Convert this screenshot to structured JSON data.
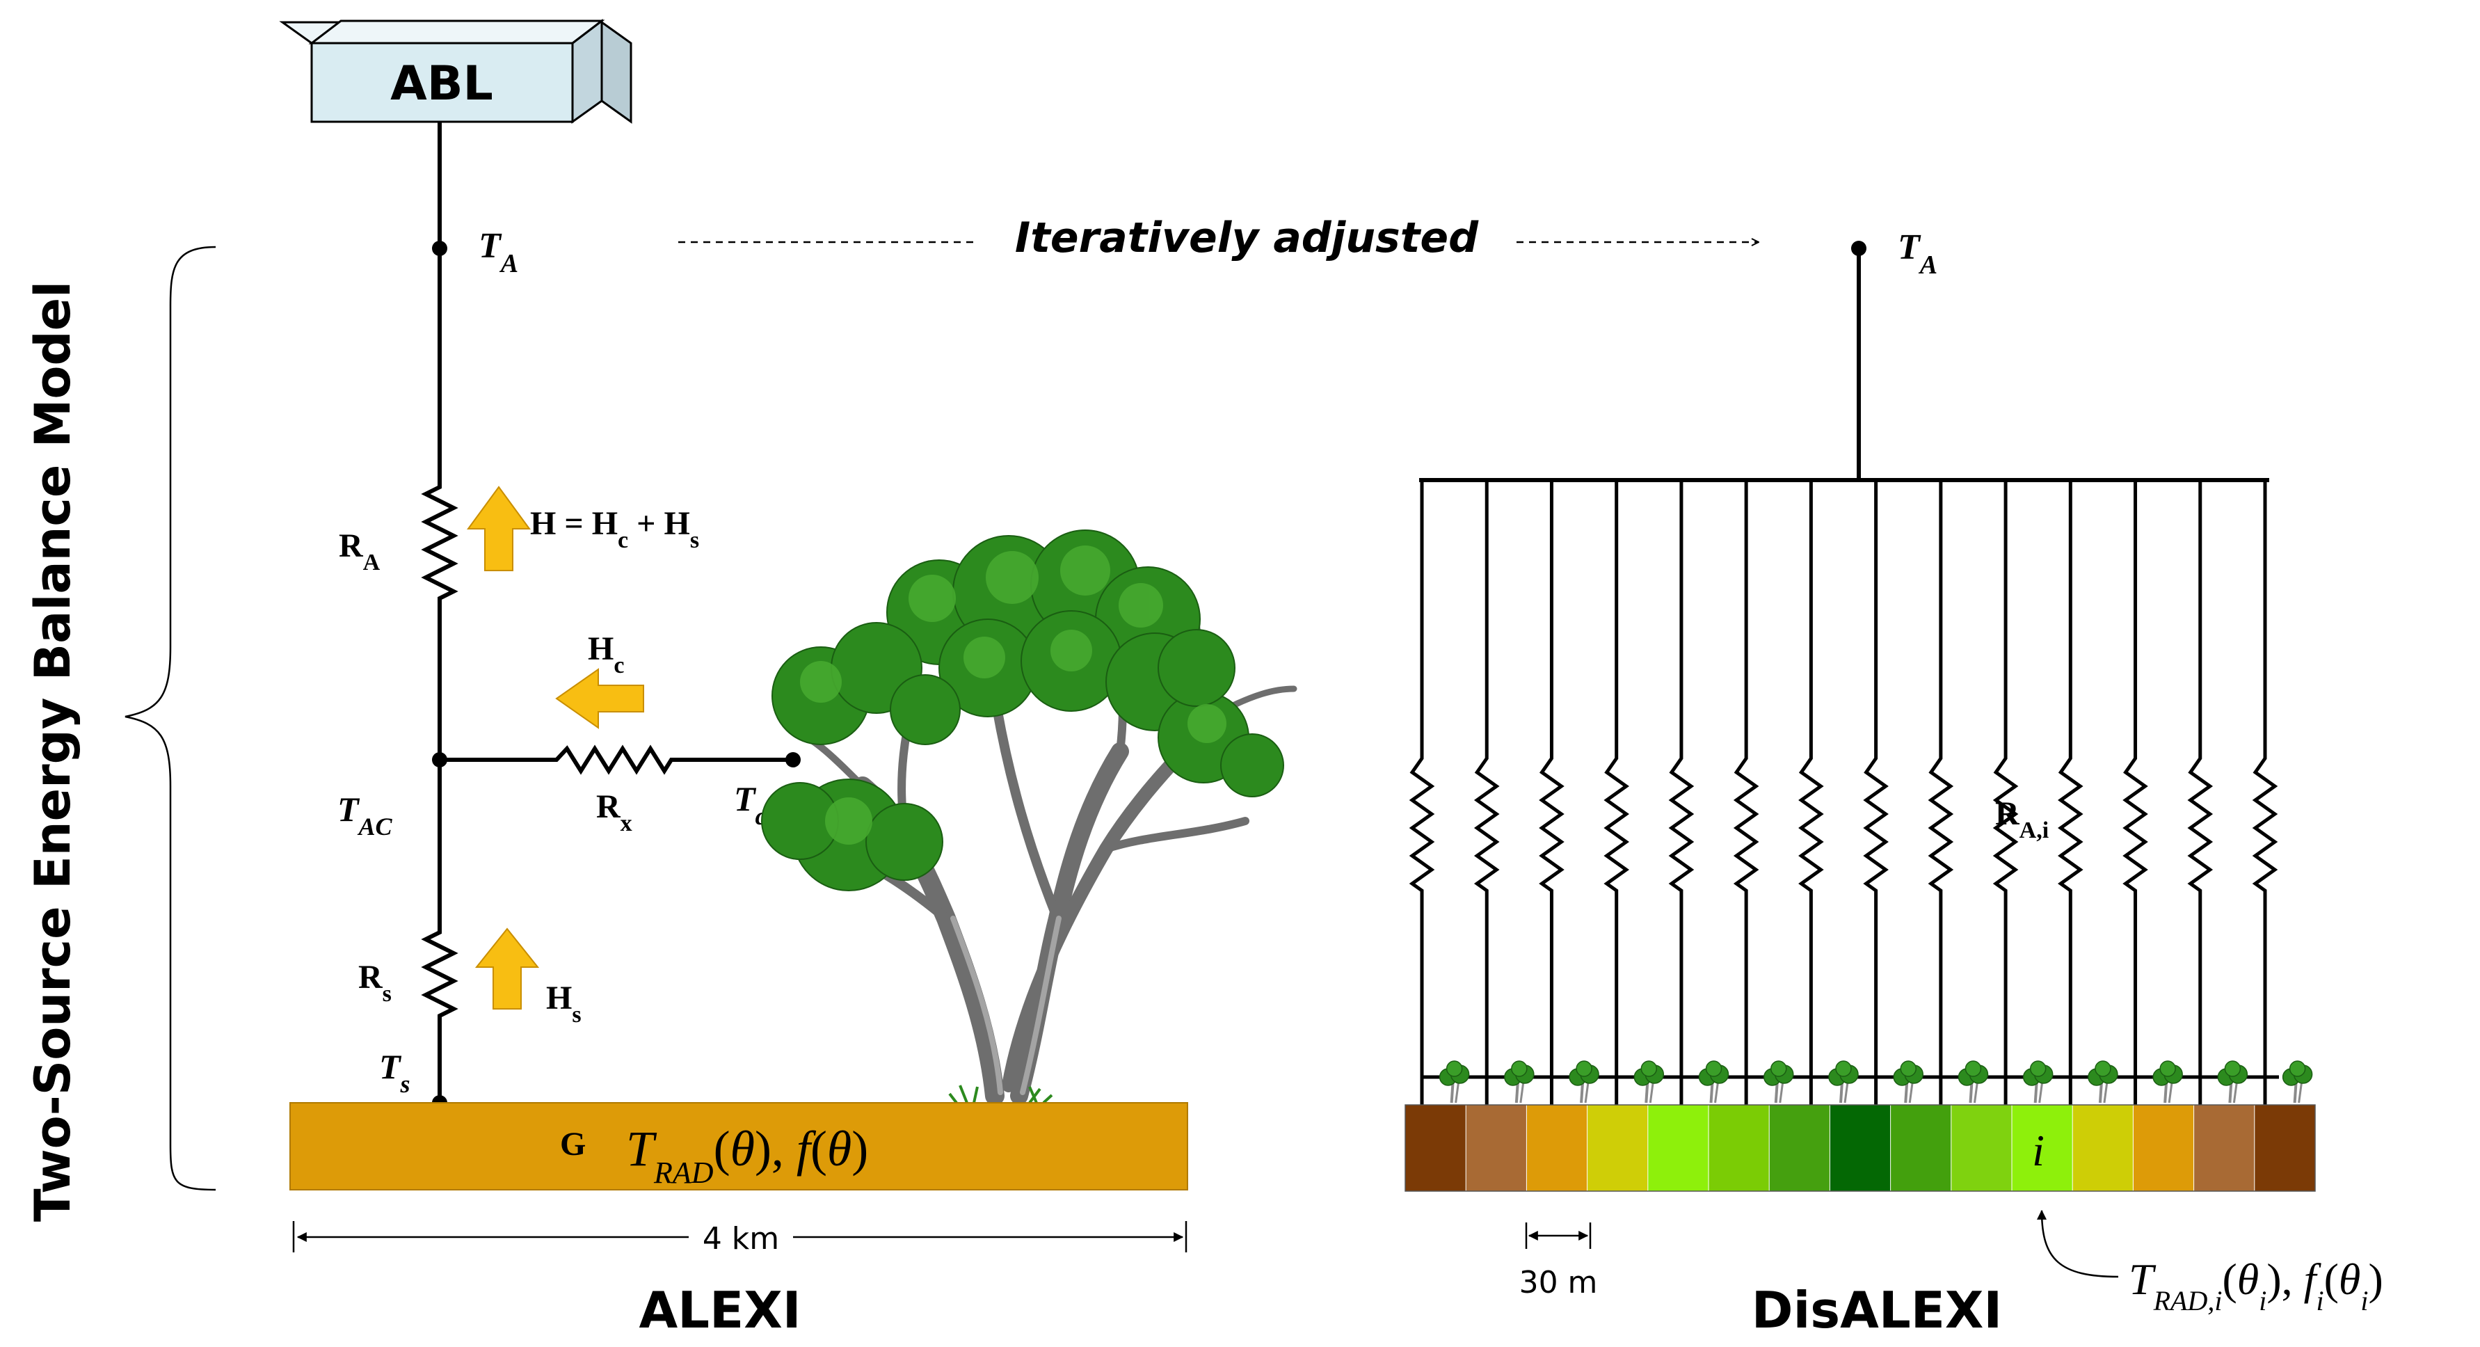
{
  "abl_label": "ABL",
  "ta_left": {
    "main": "T",
    "sub": "A"
  },
  "ta_right": {
    "main": "T",
    "sub": "A"
  },
  "iterative_label": "Iteratively adjusted",
  "side_label": "Two-Source Energy Balance Model",
  "h_equation": {
    "H": "H",
    "eq": " = H",
    "c": "c",
    "plus": " + H",
    "s": "s"
  },
  "ra": {
    "main": "R",
    "sub": "A"
  },
  "hc": {
    "main": "H",
    "sub": "c"
  },
  "rx": {
    "main": "R",
    "sub": "x"
  },
  "tc": {
    "main": "T",
    "sub": "c"
  },
  "tac": {
    "main": "T",
    "sub": "AC"
  },
  "rs": {
    "main": "R",
    "sub": "s"
  },
  "hs": {
    "main": "H",
    "sub": "s"
  },
  "ts": {
    "main": "T",
    "sub": "s"
  },
  "g_label": "G",
  "trad_formula": {
    "t": "T",
    "sub": "RAD",
    "open": "(",
    "theta": "θ",
    "mid": "), ",
    "f": "f",
    "open2": "(",
    "theta2": "θ",
    "close": ")"
  },
  "scale_left": "4 km",
  "scale_right": "30 m",
  "alexi_label": "ALEXI",
  "disalexi_label": "DisALEXI",
  "rai": {
    "main": "R",
    "sub": "A,i"
  },
  "pixel_i": "i",
  "trad_i_formula": {
    "t": "T",
    "sub": "RAD,i",
    "open": "(",
    "theta": "θ",
    "isub": "i",
    "mid": "), ",
    "f": "f",
    "fsub": "i",
    "open2": "(",
    "theta2": "θ",
    "isub2": "i",
    "close": ")"
  },
  "pixel_colors": [
    "#7b3a06",
    "#a86a34",
    "#dd9b08",
    "#cfce07",
    "#8ef00b",
    "#7bcc05",
    "#45a00f",
    "#046804",
    "#43a00d",
    "#7fd20f",
    "#8ef00b",
    "#cece06",
    "#dd9b08",
    "#a86a34",
    "#7b3a06"
  ],
  "colors": {
    "soil": "#dd9b08",
    "arrow": "#f8be12",
    "tree_green": "#2c8a1e",
    "trunk": "#8a8a8a",
    "abl_box": "#d9ecf2"
  }
}
